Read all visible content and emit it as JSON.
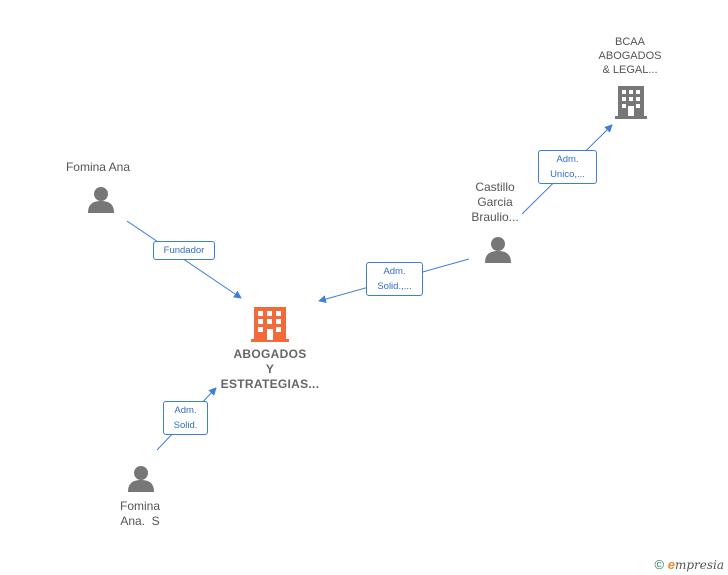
{
  "nodes": {
    "center_company": {
      "line1": "ABOGADOS",
      "line2": "Y",
      "line3": "ESTRATEGIAS...",
      "color": "#f26a3a"
    },
    "bcaa_company": {
      "line1": "BCAA",
      "line2": "ABOGADOS",
      "line3": "& LEGAL...",
      "color": "#777777"
    },
    "fomina_ana": {
      "line1": "Fomina Ana"
    },
    "castillo": {
      "line1": "Castillo",
      "line2": "Garcia",
      "line3": "Braulio..."
    },
    "fomina_ana_s": {
      "line1": "Fomina",
      "line2": "Ana.  S"
    }
  },
  "edges": {
    "fundador": {
      "line1": "Fundador"
    },
    "adm_solid_castillo": {
      "line1": "Adm.",
      "line2": "Solid.,..."
    },
    "adm_unico": {
      "line1": "Adm.",
      "line2": "Unico,..."
    },
    "adm_solid_fomina": {
      "line1": "Adm.",
      "line2": "Solid."
    }
  },
  "colors": {
    "edge": "#3d7fd6",
    "person": "#777777"
  },
  "footer": {
    "copyright": "©",
    "brand_e": "e",
    "brand_rest": "mpresia"
  }
}
